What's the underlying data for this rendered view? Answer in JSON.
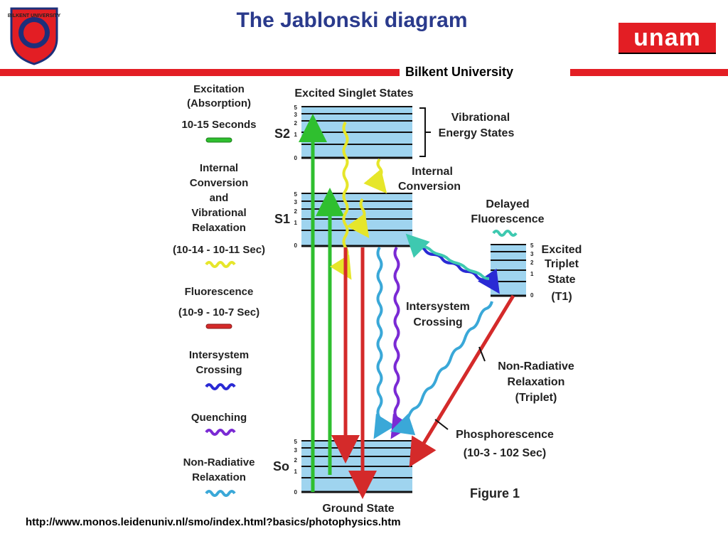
{
  "header": {
    "title": "The Jablonski diagram",
    "institution": "Bilkent University",
    "logo_left_text": "BILKENT UNIVERSITY",
    "logo_right_text": "unam"
  },
  "footer": {
    "source_url": "http://www.monos.leidenuniv.nl/smo/index.html?basics/photophysics.htm"
  },
  "legend": [
    {
      "lines": [
        "Excitation",
        "(Absorption)",
        "10-15 Seconds"
      ],
      "color": "#2fbf2f",
      "style": "straight"
    },
    {
      "lines": [
        "Internal",
        "Conversion",
        "and",
        "Vibrational",
        "Relaxation",
        "(10-14 - 10-11 Sec)"
      ],
      "color": "#e6e62a",
      "style": "wavy"
    },
    {
      "lines": [
        "Fluorescence",
        "(10-9 - 10-7 Sec)"
      ],
      "color": "#d42a2a",
      "style": "straight"
    },
    {
      "lines": [
        "Intersystem",
        "Crossing"
      ],
      "color": "#2a2ad4",
      "style": "wavy"
    },
    {
      "lines": [
        "Quenching"
      ],
      "color": "#7a2ad4",
      "style": "wavy"
    },
    {
      "lines": [
        "Non-Radiative",
        "Relaxation"
      ],
      "color": "#3aa8d8",
      "style": "wavy"
    }
  ],
  "states": {
    "excited_singlet_header": "Excited Singlet States",
    "s2": "S2",
    "s1": "S1",
    "s0": "So",
    "t1_label": [
      "Excited",
      "Triplet",
      "State",
      "(T1)"
    ],
    "vib_levels": [
      "0",
      "1",
      "2",
      "3",
      "5"
    ]
  },
  "annotations": {
    "vibrational": [
      "Vibrational",
      "Energy States"
    ],
    "internal_conversion": [
      "Internal",
      "Conversion"
    ],
    "delayed_fluorescence": [
      "Delayed",
      "Fluorescence"
    ],
    "intersystem_crossing": [
      "Intersystem",
      "Crossing"
    ],
    "nonradiative_triplet": [
      "Non-Radiative",
      "Relaxation",
      "(Triplet)"
    ],
    "phosphorescence": [
      "Phosphorescence",
      "(10-3 - 102 Sec)"
    ],
    "figure_label": "Figure 1",
    "ground_state": "Ground State"
  },
  "colors": {
    "title": "#2a3a8c",
    "accent_red": "#e31e24",
    "level_fill": "#9fd4ef",
    "absorption": "#2fbf2f",
    "internal_conversion": "#e6e62a",
    "fluorescence": "#d42a2a",
    "intersystem": "#2a2ad4",
    "quenching": "#7a2ad4",
    "nonradiative": "#3aa8d8",
    "delayed_fluorescence": "#3ec9b0"
  }
}
